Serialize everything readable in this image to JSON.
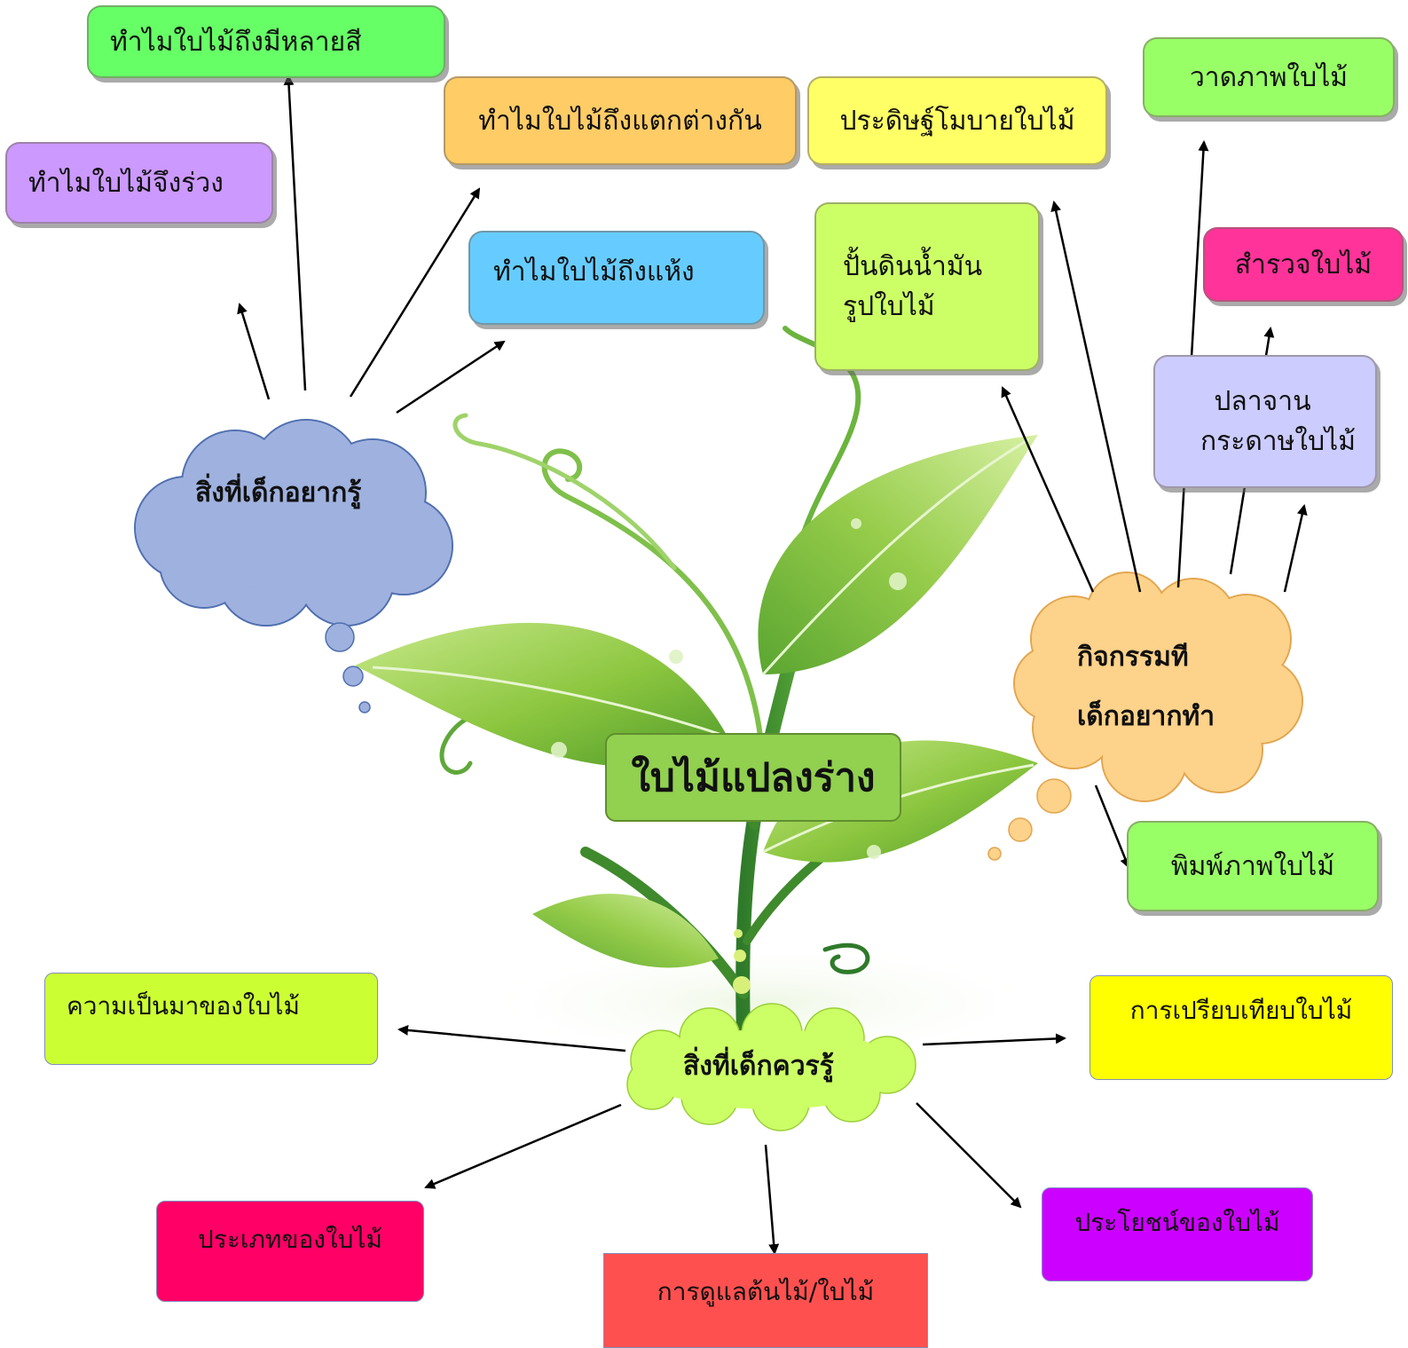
{
  "center": {
    "title": "ใบไม้แปลงร่าง",
    "color": "#92d050"
  },
  "want_to_know": {
    "cloud_label": "สิ่งที่เด็กอยากรู้",
    "cloud_color": "#9fb1de",
    "items": [
      {
        "label": "ทำไมใบไม้ถึงมีหลายสี",
        "color": "#66ff66"
      },
      {
        "label": "ทำไมใบไม้จึงร่วง",
        "color": "#cc99ff"
      },
      {
        "label": "ทำไมใบไม้ถึงแตกต่างกัน",
        "color": "#ffcc66"
      },
      {
        "label": "ทำไมใบไม้ถึงแห้ง",
        "color": "#66ccff"
      }
    ]
  },
  "activities": {
    "cloud_label_1": "กิจกรรมที",
    "cloud_label_2": "เด็กอยากทำ",
    "cloud_color": "#fdd28a",
    "items": [
      {
        "label": "ประดิษฐ์โมบายใบไม้",
        "color": "#ffff66"
      },
      {
        "line1": "ปั้นดินน้ำมัน",
        "line2": "รูปใบไม้",
        "color": "#ccff66"
      },
      {
        "label": "วาดภาพใบไม้",
        "color": "#99ff66"
      },
      {
        "label": "สำรวจใบไม้",
        "color": "#ff3399"
      },
      {
        "line1": "ปลาจาน",
        "line2": "กระดาษใบไม้",
        "color": "#ccccff"
      },
      {
        "label": "พิมพ์ภาพใบไม้",
        "color": "#99ff66"
      }
    ]
  },
  "should_know": {
    "cloud_label": "สิ่งที่เด็กควรรู้",
    "cloud_color": "#ccff66",
    "items": [
      {
        "label": "ความเป็นมาของใบไม้",
        "color": "#ccff33"
      },
      {
        "label": "การเปรียบเทียบใบไม้",
        "color": "#ffff00"
      },
      {
        "label": "ประเภทของใบไม้",
        "color": "#ff0066"
      },
      {
        "label": "การดูแลต้นไม้/ใบไม้",
        "color": "#ff5050"
      },
      {
        "label": "ประโยชน์ของใบไม้",
        "color": "#cc00ff"
      }
    ]
  }
}
